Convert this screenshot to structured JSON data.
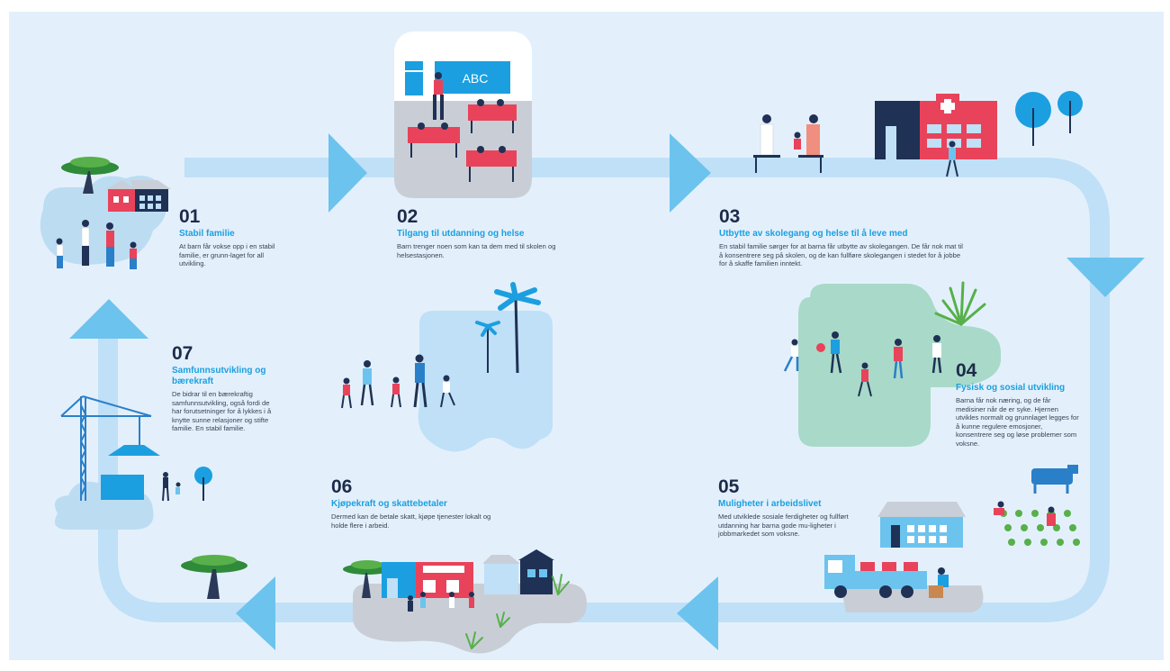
{
  "colors": {
    "background": "#e3f0fb",
    "flow": "#bfe0f7",
    "arrow": "#6cc3ee",
    "title_blue": "#1b9fe0",
    "number_navy": "#1d2b4a",
    "pink": "#e8435a",
    "navy": "#1f3154",
    "green_blob": "#a9d9c8"
  },
  "blackboard": {
    "text": "ABC"
  },
  "steps": [
    {
      "number": "01",
      "title": "Stabil familie",
      "description": "At barn får vokse opp i en stabil familie, er grunn-laget for all utvikling."
    },
    {
      "number": "02",
      "title": "Tilgang til utdanning og helse",
      "description": "Barn trenger noen som kan ta dem med til skolen og helsestasjonen."
    },
    {
      "number": "03",
      "title": "Utbytte av skolegang og helse til å leve med",
      "description": "En stabil familie sørger for at barna får utbytte av skolegangen. De får nok mat til å konsentrere seg på skolen, og de kan fullføre skolegangen i stedet for å jobbe for å skaffe familien inntekt."
    },
    {
      "number": "04",
      "title": "Fysisk og sosial utvikling",
      "description": "Barna får nok næring, og de får medisiner når de er syke. Hjernen utvikles normalt og grunnlaget legges for å kunne regulere emosjoner, konsentrere seg og løse problemer som voksne."
    },
    {
      "number": "05",
      "title": "Muligheter i arbeidslivet",
      "description": "Med utviklede sosiale ferdigheter og fullført utdanning har barna gode mu-ligheter i jobbmarkedet som voksne."
    },
    {
      "number": "06",
      "title": "Kjøpekraft og skattebetaler",
      "description": "Dermed kan de betale skatt, kjøpe tjenester lokalt og holde flere i arbeid."
    },
    {
      "number": "07",
      "title": "Samfunnsutvikling og bærekraft",
      "description": "De bidrar til en bærekraftig samfunnsutvikling, også fordi de har forutsetninger for å lykkes i å knytte sunne relasjoner og stifte familie. En stabil familie."
    }
  ]
}
